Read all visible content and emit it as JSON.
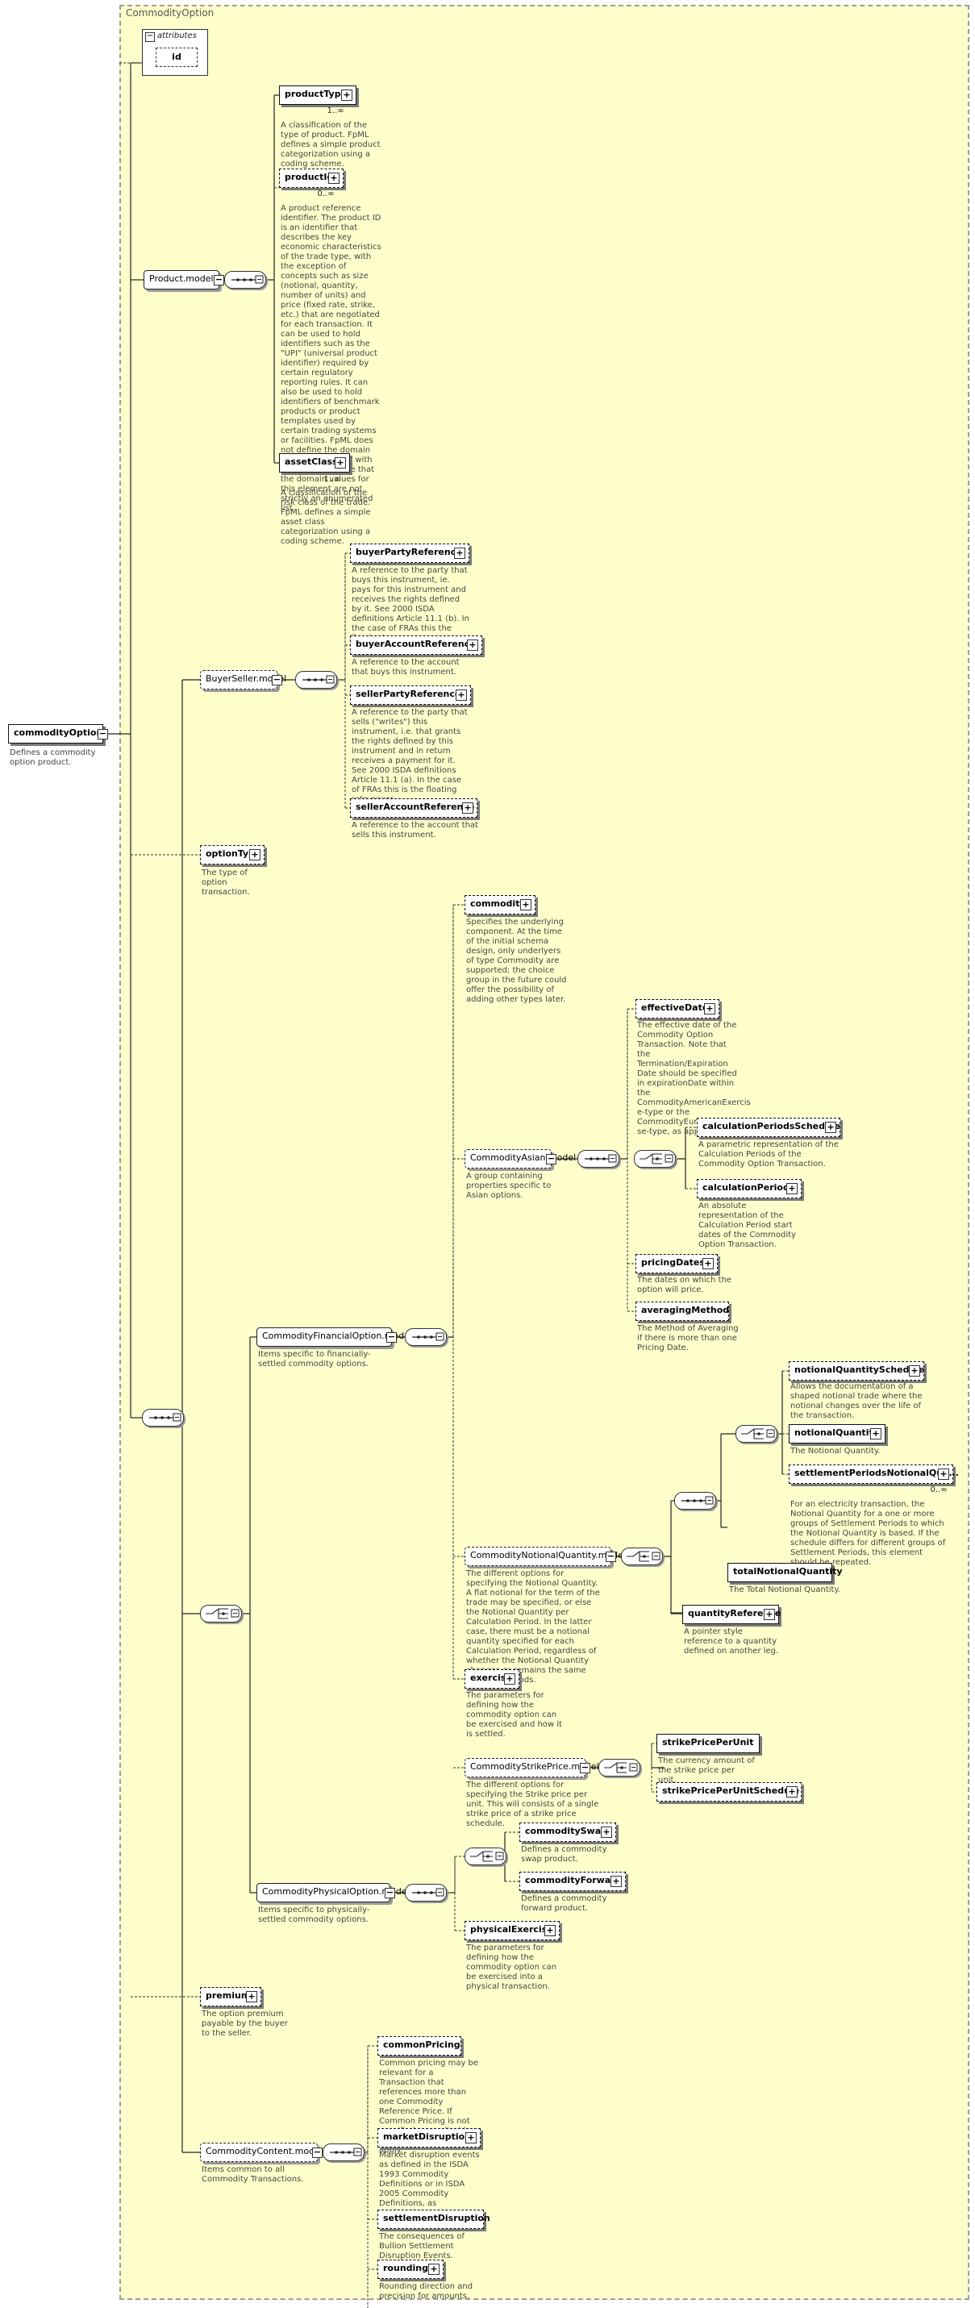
{
  "diagram": {
    "title": "CommodityOption",
    "attributes_label": "attributes",
    "attribute_id": "id",
    "root": {
      "label": "commodityOption",
      "desc": "Defines a commodity option product."
    },
    "product_model": {
      "label": "Product.model"
    },
    "productType": {
      "label": "productType",
      "card": "1..∞",
      "desc": "A classification of the type of product. FpML defines a simple product categorization using a coding scheme."
    },
    "productId": {
      "label": "productId",
      "card": "0..∞",
      "desc": "A product reference identifier. The product ID is an identifier that describes the key economic characteristics of the trade type, with the exception of concepts such as size (notional, quantity, number of units) and price (fixed rate, strike, etc.) that are negotiated for each transaction. It can be used to hold identifiers such as the \"UPI\" (universal product identifier) required by certain regulatory reporting rules. It can also be used to hold identifiers of benchmark products or product templates used by certain trading systems or facilities. FpML does not define the domain values associated with this element. Note that the domain values for this element are not strictly an enumerated list."
    },
    "assetClass": {
      "label": "assetClass",
      "card": "1..∞",
      "desc": "A classification of the risk class of the trade. FpML defines a simple asset class categorization using a coding scheme."
    },
    "buyerseller_model": {
      "label": "BuyerSeller.model"
    },
    "buyerPartyReference": {
      "label": "buyerPartyReference",
      "desc": "A reference to the party that buys this instrument, ie. pays for this instrument and receives the rights defined by it. See 2000 ISDA definitions Article 11.1 (b). In the case of FRAs this the fixed rate payer."
    },
    "buyerAccountReference": {
      "label": "buyerAccountReference",
      "desc": "A reference to the account that buys this instrument."
    },
    "sellerPartyReference": {
      "label": "sellerPartyReference",
      "desc": "A reference to the party that sells (\"writes\") this instrument, i.e. that grants the rights defined by this instrument and in return receives a payment for it. See 2000 ISDA definitions Article 11.1 (a). In the case of FRAs this is the floating rate payer."
    },
    "sellerAccountReference": {
      "label": "sellerAccountReference",
      "desc": "A reference to the account that sells this instrument."
    },
    "optionType": {
      "label": "optionType",
      "desc": "The type of option transaction."
    },
    "commodity": {
      "label": "commodity",
      "desc": "Specifies the underlying component. At the time of the initial schema design, only underlyers of type Commodity are supported; the choice group in the future could offer the possibility of adding other types later."
    },
    "commodityasian_model": {
      "label": "CommodityAsian.model",
      "desc": "A group containing properties specific to Asian options."
    },
    "effectiveDate": {
      "label": "effectiveDate",
      "desc": "The effective date of the Commodity Option Transaction. Note that the Termination/Expiration Date should be specified in expirationDate within the CommodityAmericanExercis e-type or the CommodityEuropeanExerci se-type, as applicable."
    },
    "calculationPeriodsSchedule": {
      "label": "calculationPeriodsSchedule",
      "desc": "A parametric representation of the Calculation Periods of the Commodity Option Transaction."
    },
    "calculationPeriods": {
      "label": "calculationPeriods",
      "desc": "An absolute representation of the Calculation Period start dates of the Commodity Option Transaction."
    },
    "pricingDates": {
      "label": "pricingDates",
      "desc": "The dates on which the option will price."
    },
    "averagingMethod": {
      "label": "averagingMethod",
      "desc": "The Method of Averaging if there is more than one Pricing Date."
    },
    "financialoption_model": {
      "label": "CommodityFinancialOption.model",
      "desc": "Items specific to financially-settled commodity options."
    },
    "notionalQuantitySchedule": {
      "label": "notionalQuantitySchedule",
      "desc": "Allows the documentation of a shaped notional trade where the notional changes over the life of the transaction."
    },
    "notionalQuantity": {
      "label": "notionalQuantity",
      "desc": "The Notional Quantity."
    },
    "settlementPeriodsNotionalQuantity": {
      "label": "settlementPeriodsNotionalQua...",
      "card": "0..∞",
      "desc": "For an electricity transaction, the Notional Quantity for a one or more groups of Settlement Periods to which the Notional Quantity is based. If the schedule differs for different groups of Settlement Periods, this element should be repeated."
    },
    "totalNotionalQuantity": {
      "label": "totalNotionalQuantity",
      "desc": "The Total Notional Quantity."
    },
    "quantityReference": {
      "label": "quantityReference",
      "desc": "A pointer style reference to a quantity defined on another leg."
    },
    "notionalquantity_model": {
      "label": "CommodityNotionalQuantity.model",
      "desc": "The different options for specifying the Notional Quantity. A flat notional for the term of the trade may be specified, or else the Notional Quantity per Calculation Period. In the latter case, there must be a notional quantity specified for each Calculation Period, regardless of whether the Notional Quantity changes or remains the same between periods."
    },
    "exercise": {
      "label": "exercise",
      "desc": "The parameters for defining how the commodity option can be exercised and how it is settled."
    },
    "strikeprice_model": {
      "label": "CommodityStrikePrice.model",
      "desc": "The different options for specifying the Strike price per unit. This will consists of a single strike price of a strike price schedule."
    },
    "strikePricePerUnit": {
      "label": "strikePricePerUnit",
      "desc": "The currency amount of the strike price per unit."
    },
    "strikePricePerUnitSchedule": {
      "label": "strikePricePerUnitSchedule"
    },
    "physicaloption_model": {
      "label": "CommodityPhysicalOption.model",
      "desc": "Items specific to physically-settled commodity options."
    },
    "commoditySwap": {
      "label": "commoditySwap",
      "desc": "Defines a commodity swap product."
    },
    "commodityForward": {
      "label": "commodityForward",
      "desc": "Defines a commodity forward product."
    },
    "physicalExercise": {
      "label": "physicalExercise",
      "desc": "The parameters for defining how the commodity option can be exercised into a physical transaction."
    },
    "premium": {
      "label": "premium",
      "desc": "The option premium payable by the buyer to the seller."
    },
    "content_model": {
      "label": "CommodityContent.model",
      "desc": "Items common to all Commodity Transactions."
    },
    "commonPricing": {
      "label": "commonPricing",
      "desc": "Common pricing may be relevant for a Transaction that references more than one Commodity Reference Price. If Common Pricing is not specified as applicable, it will be deemed not to apply."
    },
    "marketDisruption": {
      "label": "marketDisruption",
      "desc": "Market disruption events as defined in the ISDA 1993 Commodity Definitions or in ISDA 2005 Commodity Definitions, as applicable."
    },
    "settlementDisruption": {
      "label": "settlementDisruption",
      "desc": "The consequences of Bullion Settlement Disruption Events."
    },
    "rounding": {
      "label": "rounding",
      "desc": "Rounding direction and precision for amounts."
    }
  }
}
